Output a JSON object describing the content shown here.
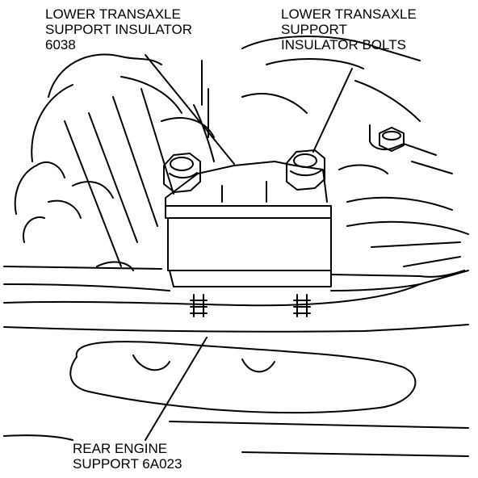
{
  "labels": {
    "insulator": {
      "line1": "LOWER TRANSAXLE",
      "line2": "SUPPORT INSULATOR",
      "line3": "6038"
    },
    "bolts": {
      "line1": "LOWER TRANSAXLE",
      "line2": "SUPPORT",
      "line3": "INSULATOR BOLTS"
    },
    "rear_support": {
      "line1": "REAR ENGINE",
      "line2": "SUPPORT 6A023"
    }
  },
  "colors": {
    "ink": "#000000",
    "paper": "#ffffff"
  }
}
